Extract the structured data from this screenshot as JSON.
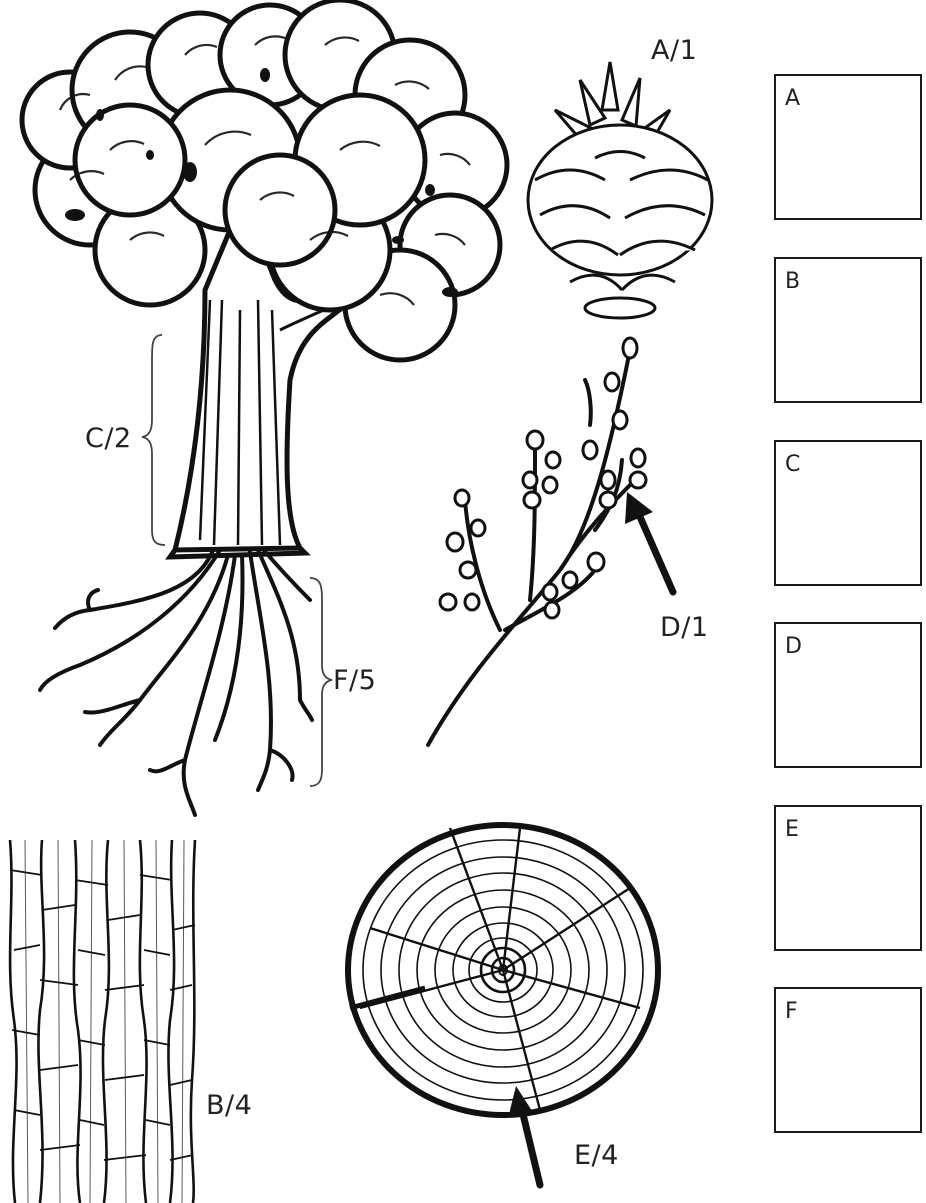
{
  "labels": {
    "pinecone": "A/1",
    "trunk": "C/2",
    "roots": "F/5",
    "twig": "D/1",
    "bark": "B/4",
    "rings": "E/4"
  },
  "answer_boxes": [
    {
      "letter": "A"
    },
    {
      "letter": "B"
    },
    {
      "letter": "C"
    },
    {
      "letter": "D"
    },
    {
      "letter": "E"
    },
    {
      "letter": "F"
    }
  ],
  "illustrations": {
    "tree": "tree-illustration",
    "pinecone": "pinecone-illustration",
    "twig": "budding-twig-illustration",
    "bark": "bark-texture-illustration",
    "rings": "tree-rings-cross-section"
  }
}
